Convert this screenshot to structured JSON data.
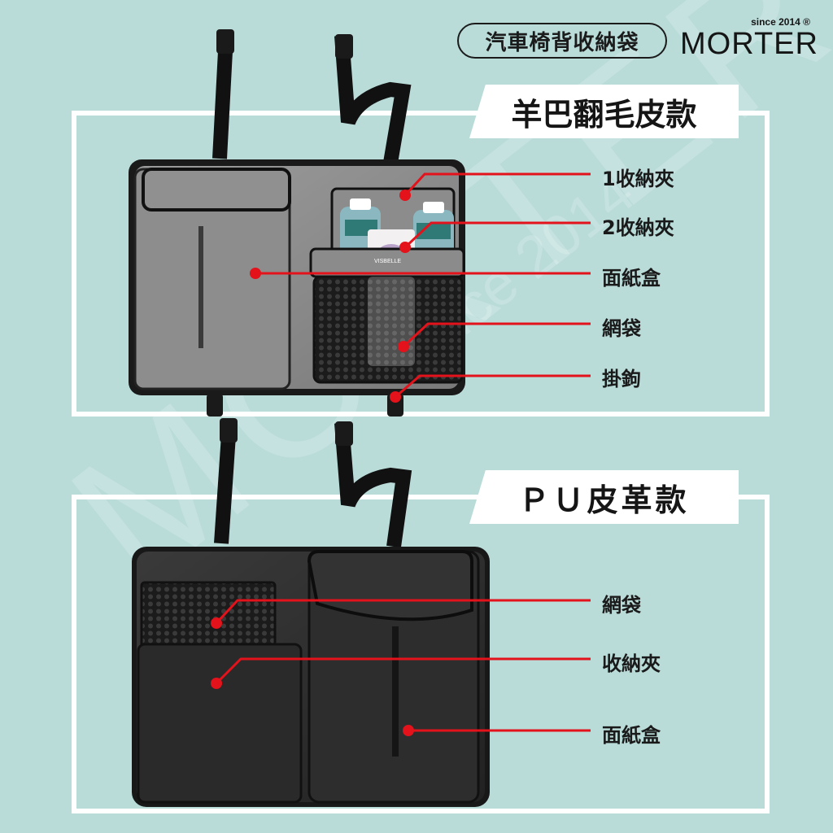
{
  "header": {
    "product_title": "汽車椅背收納袋",
    "brand_name": "MORTER",
    "brand_since": "since 2014",
    "registered_mark": "®"
  },
  "section1": {
    "title": "羊巴翻毛皮款",
    "callouts": [
      "1收納夾",
      "2收納夾",
      "面紙盒",
      "網袋",
      "掛鉤"
    ]
  },
  "section2": {
    "title": "ＰＵ皮革款",
    "callouts": [
      "網袋",
      "收納夾",
      "面紙盒"
    ]
  },
  "bottle_label": "VISBELLE",
  "colors": {
    "background": "#b9dcd9",
    "frame": "#ffffff",
    "callout_line": "#e3121b",
    "grey_fabric": "#8a8a8a",
    "black_leather": "#2b2b2b"
  }
}
